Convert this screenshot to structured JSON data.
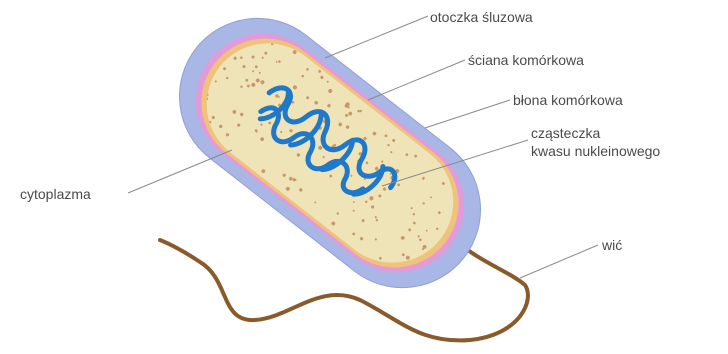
{
  "labels": {
    "capsule": "otoczka śluzowa",
    "cell_wall": "ściana komórkowa",
    "membrane": "błona komórkowa",
    "nucleic_line1": "cząsteczka",
    "nucleic_line2": "kwasu nukleinowego",
    "cytoplasm": "cytoplazma",
    "flagellum": "wić"
  },
  "colors": {
    "capsule": "#a9b7e6",
    "cell_wall": "#e39ad8",
    "membrane": "#f1c27a",
    "cytoplasm": "#efe3b8",
    "granules": "#c9986a",
    "dna": "#1f78c8",
    "flagellum": "#8a5a2b",
    "leader": "#8a8a8a"
  }
}
